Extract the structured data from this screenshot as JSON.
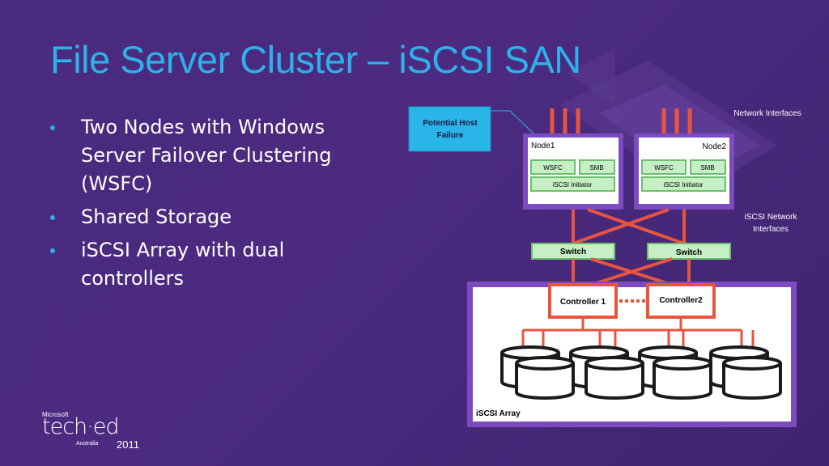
{
  "slide": {
    "title": "File Server Cluster – iSCSI SAN",
    "bullets": [
      "Two Nodes with Windows Server Failover Clustering (WSFC)",
      "Shared Storage",
      "iSCSI Array with dual controllers"
    ]
  },
  "logo": {
    "brand": "Microsoft",
    "name": "tech·ed",
    "region": "Australia",
    "year": "2011"
  },
  "diagram": {
    "callout": [
      "Potential Host",
      "Failure"
    ],
    "network_interfaces_label": "Network Interfaces",
    "iscsi_interfaces_label": [
      "iSCSI Network",
      "Interfaces"
    ],
    "nodes": [
      {
        "name": "Node1",
        "wsfc": "WSFC",
        "smb": "SMB",
        "initiator": "iSCSI Initiator"
      },
      {
        "name": "Node2",
        "wsfc": "WSFC",
        "smb": "SMB",
        "initiator": "iSCSI Initiator"
      }
    ],
    "switches": [
      "Switch",
      "Switch"
    ],
    "controllers": [
      "Controller 1",
      "Controller2"
    ],
    "array_label": "iSCSI Array"
  },
  "colors": {
    "background": "#4a2b7e",
    "title": "#2eb0ea",
    "link": "#e8553f",
    "node_border": "#7b4bbf",
    "component_fill": "#c6efc6",
    "component_border": "#6cbf6c",
    "callout": "#29b5e8"
  }
}
